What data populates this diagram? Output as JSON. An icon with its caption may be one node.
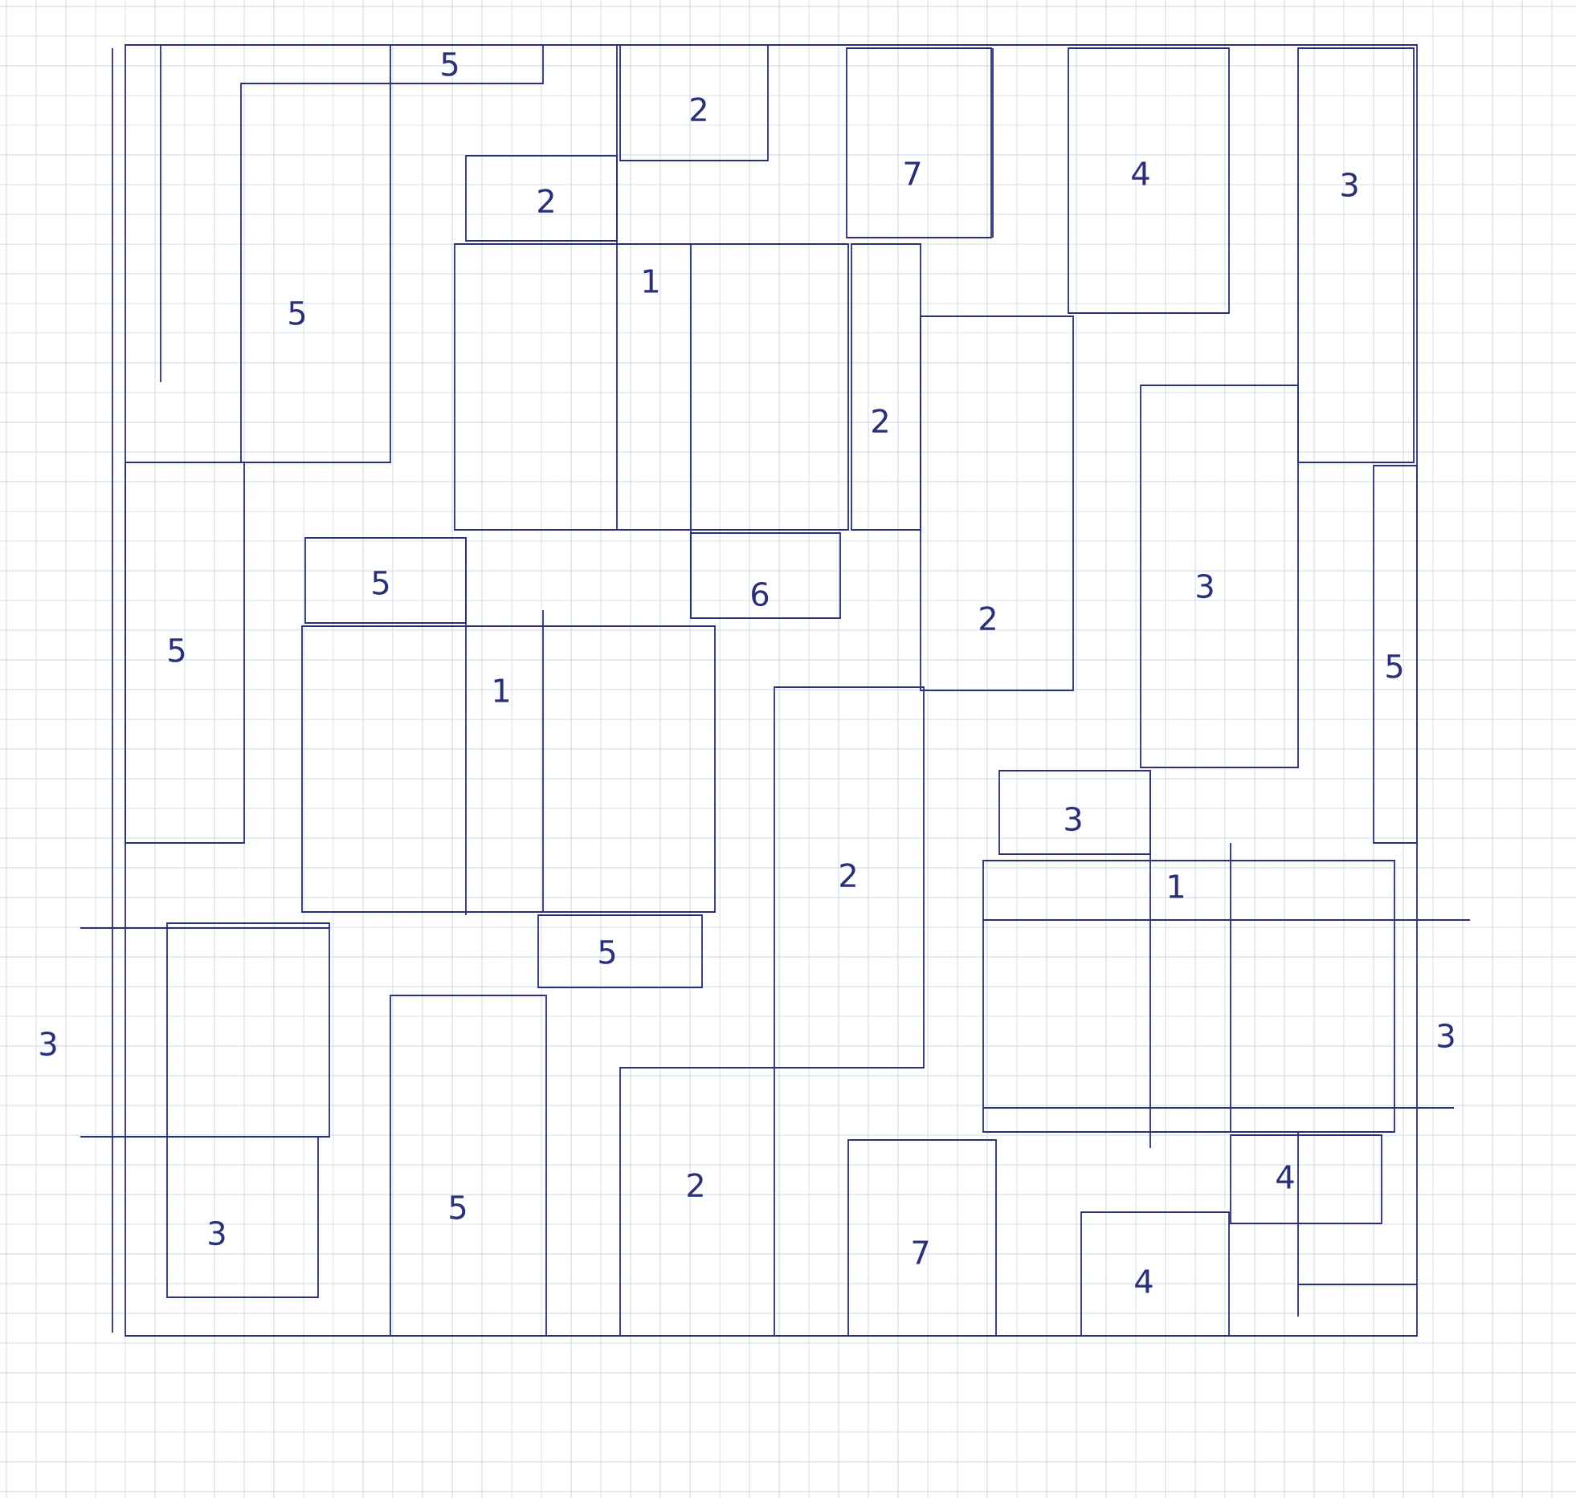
{
  "diagram": {
    "nodes": [
      {
        "text": [
          "5"
        ]
      },
      {
        "text": [
          "2"
        ]
      },
      {
        "text": [
          "7"
        ]
      },
      {
        "text": [
          "4"
        ]
      },
      {
        "text": [
          "3"
        ]
      },
      {
        "text": [
          "2"
        ]
      },
      {
        "text": [
          "1"
        ]
      },
      {
        "text": [
          "5"
        ]
      },
      {
        "text": [
          "2"
        ]
      },
      {
        "text": [
          "5"
        ]
      },
      {
        "text": [
          "6"
        ]
      },
      {
        "text": [
          "3"
        ]
      },
      {
        "text": [
          "2"
        ]
      },
      {
        "text": [
          "5"
        ]
      },
      {
        "text": [
          "1"
        ]
      },
      {
        "text": [
          "5"
        ]
      },
      {
        "text": [
          "3"
        ]
      },
      {
        "text": [
          "2"
        ]
      },
      {
        "text": [
          "1"
        ]
      },
      {
        "text": [
          "5"
        ]
      },
      {
        "text": [
          "2"
        ]
      },
      {
        "text": [
          "4"
        ]
      },
      {
        "text": [
          "5"
        ]
      },
      {
        "text": [
          "3"
        ]
      },
      {
        "text": [
          "7"
        ]
      },
      {
        "text": [
          "4"
        ]
      }
    ],
    "labels": [
      "3",
      "3"
    ]
  }
}
